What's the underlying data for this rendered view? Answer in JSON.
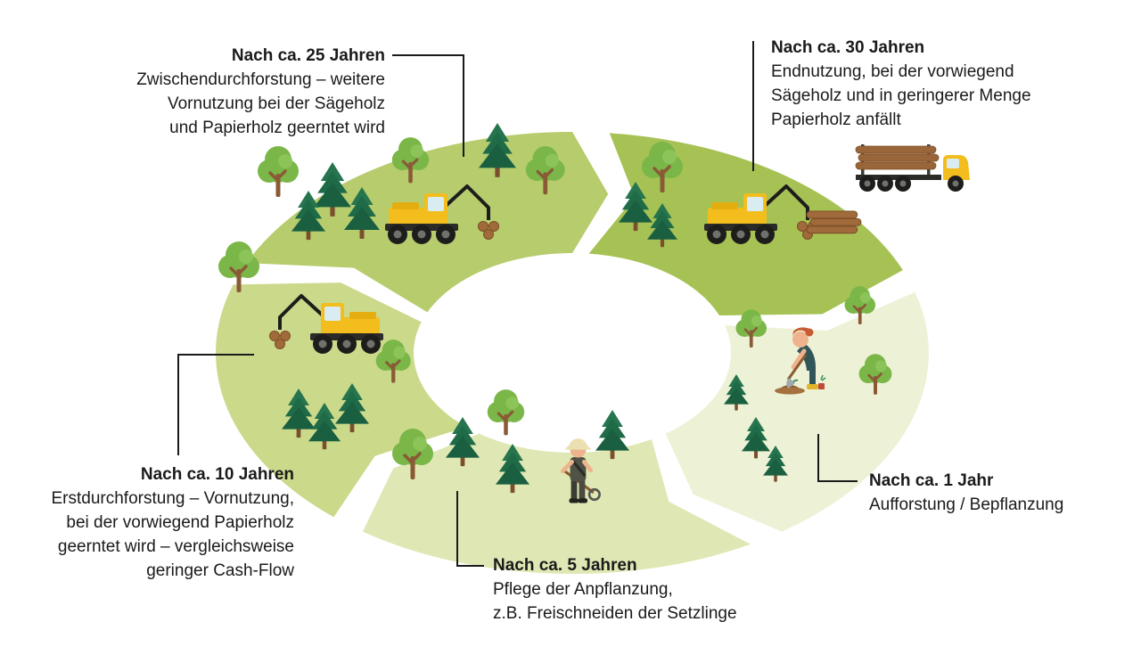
{
  "page": {
    "background": "#ffffff",
    "text_color": "#1a1a1a",
    "leader_line_color": "#1a1a1a"
  },
  "cycle": {
    "segment_colors": {
      "y1": "#edf2d7",
      "y5": "#dfe8b4",
      "y10": "#cbd98b",
      "y25": "#b6cc6d",
      "y30": "#a7c254"
    },
    "labels": {
      "y25": {
        "title": "Nach ca. 25 Jahren",
        "body": "Zwischendurchforstung – weitere\nVornutzung bei der Sägeholz\nund Papierholz geerntet wird"
      },
      "y30": {
        "title": "Nach ca. 30 Jahren",
        "body": "Endnutzung, bei der vorwiegend\nSägeholz und in geringerer Menge\nPapierholz anfällt"
      },
      "y1": {
        "title": "Nach ca. 1 Jahr",
        "body": "Aufforstung / Bepflanzung"
      },
      "y5": {
        "title": "Nach ca. 5 Jahren",
        "body": "Pflege der Anpflanzung,\nz.B. Freischneiden der Setzlinge"
      },
      "y10": {
        "title": "Nach ca. 10 Jahren",
        "body": "Erstdurchforstung – Vornutzung,\nbei der vorwiegend Papierholz\ngeerntet wird – vergleichsweise\ngeringer Cash-Flow"
      }
    },
    "icons": {
      "conifer": "conifer-tree-icon",
      "deciduous": "deciduous-tree-icon",
      "harvester": "harvester-icon",
      "log_pile": "log-pile-icon",
      "truck": "log-truck-icon",
      "planter": "planting-person-icon",
      "worker": "maintenance-worker-icon"
    }
  }
}
